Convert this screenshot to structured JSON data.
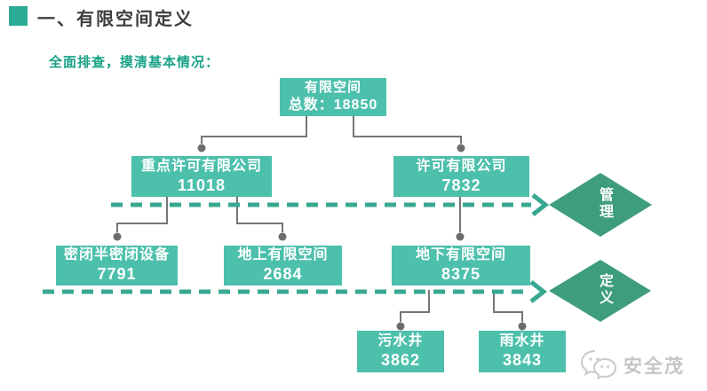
{
  "header": {
    "title": "一、有限空间定义",
    "subtitle": "全面排查，摸清基本情况："
  },
  "diagram": {
    "nodes": {
      "root": {
        "label": "有限空间",
        "value": "总数：18850"
      },
      "key_permit": {
        "label": "重点许可有限公司",
        "value": "11018"
      },
      "permit": {
        "label": "许可有限公司",
        "value": "7832"
      },
      "closed": {
        "label": "密闭半密闭设备",
        "value": "7791"
      },
      "above": {
        "label": "地上有限空间",
        "value": "2684"
      },
      "under": {
        "label": "地下有限空间",
        "value": "8375"
      },
      "sewage": {
        "label": "污水井",
        "value": "3862"
      },
      "rain": {
        "label": "雨水井",
        "value": "3843"
      }
    },
    "diamonds": {
      "management": "管理",
      "definition": "定义"
    }
  },
  "watermark": {
    "text": "安全茂"
  },
  "colors": {
    "node_teal": "#4dc0ac",
    "diamond_green": "#3f9d7f",
    "dashed_arrow_teal": "#38a890",
    "accent_square": "#2aab93",
    "subtitle_green": "#18a286",
    "title_gray": "#3d3d3d",
    "connector_gray": "#767676",
    "watermark_gray": "#c5c5c5"
  }
}
